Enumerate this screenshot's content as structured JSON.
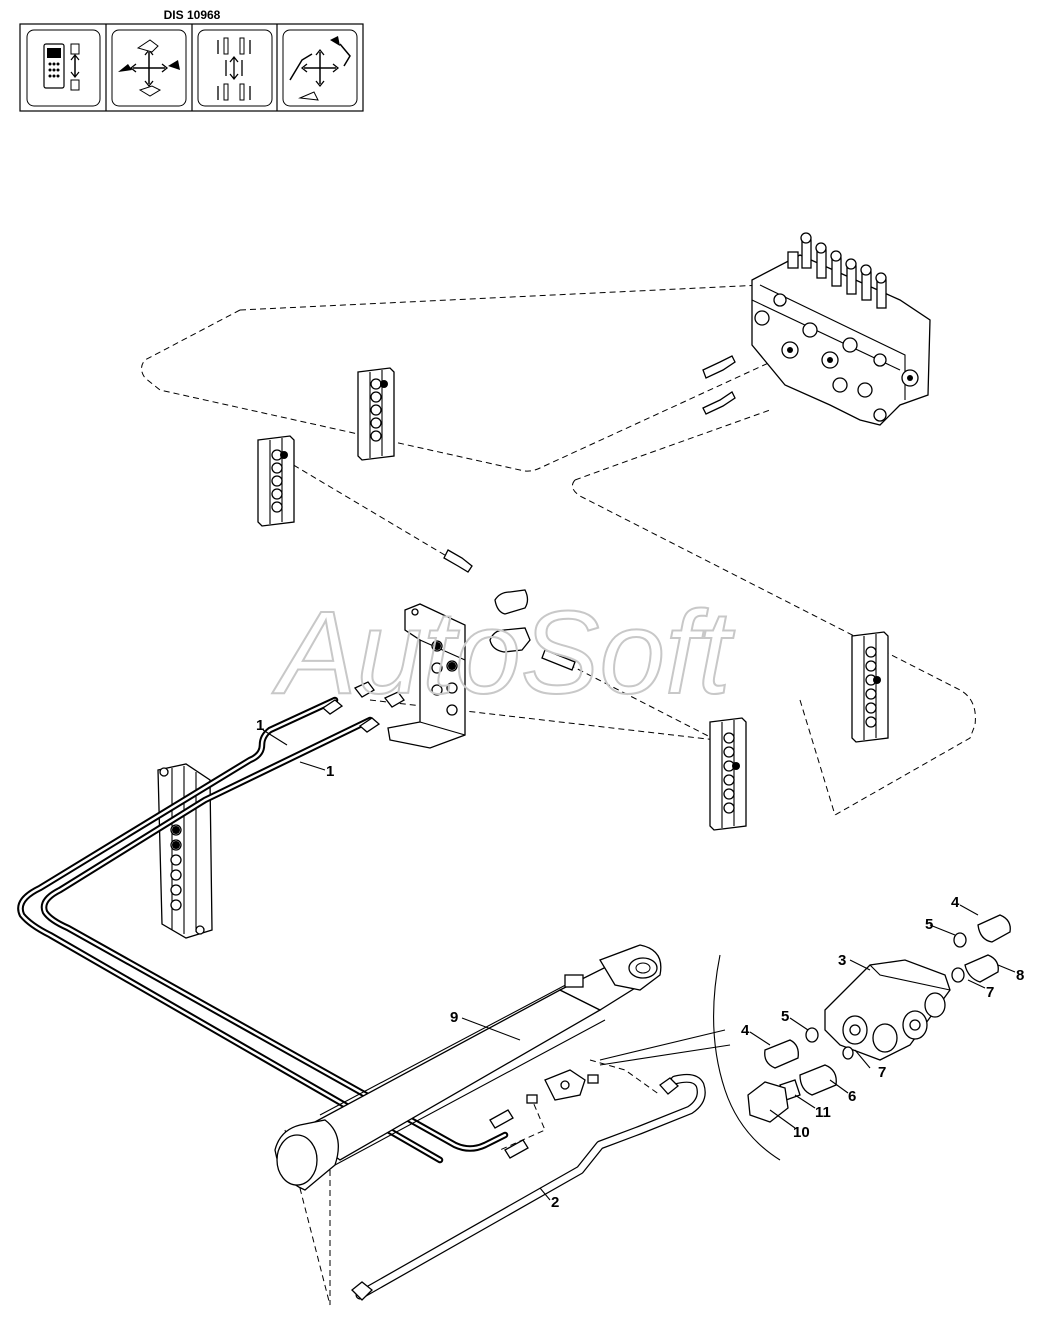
{
  "header": {
    "code": "DIS 10968",
    "icons": [
      "remote-control-icon",
      "excavator-arm-movement-icon",
      "cylinder-movement-icon",
      "excavator-boom-movement-icon"
    ]
  },
  "watermark": "AutoSoft",
  "callouts": [
    {
      "id": "c1a",
      "text": "1"
    },
    {
      "id": "c1b",
      "text": "1"
    },
    {
      "id": "c2",
      "text": "2"
    },
    {
      "id": "c3",
      "text": "3"
    },
    {
      "id": "c4a",
      "text": "4"
    },
    {
      "id": "c4b",
      "text": "4"
    },
    {
      "id": "c5a",
      "text": "5"
    },
    {
      "id": "c5b",
      "text": "5"
    },
    {
      "id": "c6",
      "text": "6"
    },
    {
      "id": "c7a",
      "text": "7"
    },
    {
      "id": "c7b",
      "text": "7"
    },
    {
      "id": "c8",
      "text": "8"
    },
    {
      "id": "c9",
      "text": "9"
    },
    {
      "id": "c10",
      "text": "10"
    },
    {
      "id": "c11",
      "text": "11"
    }
  ]
}
